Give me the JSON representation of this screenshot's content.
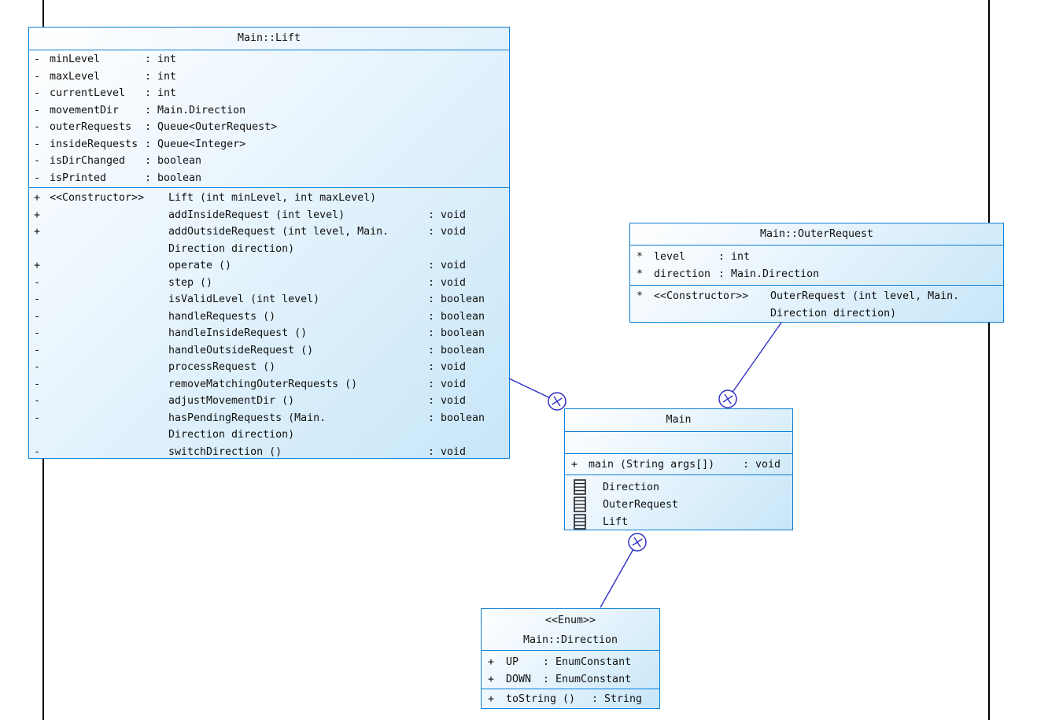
{
  "page": {
    "background_color": "#ffffff",
    "margin_line_color": "#000000"
  },
  "theme": {
    "box_border_color": "#0b7fd6",
    "box_gradient_start": "#ffffff",
    "box_gradient_end": "#c7e6f8",
    "connector_color": "#2f2fc7",
    "text_color": "#111111"
  },
  "lift": {
    "title": "Main::Lift",
    "attributes": [
      {
        "vis": "-",
        "name": "minLevel",
        "type": ": int"
      },
      {
        "vis": "-",
        "name": "maxLevel",
        "type": ": int"
      },
      {
        "vis": "-",
        "name": "currentLevel",
        "type": ": int"
      },
      {
        "vis": "-",
        "name": "movementDir",
        "type": ": Main.Direction"
      },
      {
        "vis": "-",
        "name": "outerRequests",
        "type": ": Queue<OuterRequest>"
      },
      {
        "vis": "-",
        "name": "insideRequests",
        "type": ": Queue<Integer>"
      },
      {
        "vis": "-",
        "name": "isDirChanged",
        "type": ": boolean"
      },
      {
        "vis": "-",
        "name": "isPrinted",
        "type": ": boolean"
      }
    ],
    "methods": [
      {
        "vis": "+",
        "stereotype": "<<Constructor>>",
        "name": "Lift (int minLevel, int maxLevel)",
        "ret": ""
      },
      {
        "vis": "+",
        "stereotype": "",
        "name": "addInsideRequest (int level)",
        "ret": ": void"
      },
      {
        "vis": "+",
        "stereotype": "",
        "name": "addOutsideRequest (int level, Main.\nDirection direction)",
        "ret": ": void"
      },
      {
        "vis": "+",
        "stereotype": "",
        "name": "operate ()",
        "ret": ": void"
      },
      {
        "vis": "-",
        "stereotype": "",
        "name": "step ()",
        "ret": ": void"
      },
      {
        "vis": "-",
        "stereotype": "",
        "name": "isValidLevel (int level)",
        "ret": ": boolean"
      },
      {
        "vis": "-",
        "stereotype": "",
        "name": "handleRequests ()",
        "ret": ": boolean"
      },
      {
        "vis": "-",
        "stereotype": "",
        "name": "handleInsideRequest ()",
        "ret": ": boolean"
      },
      {
        "vis": "-",
        "stereotype": "",
        "name": "handleOutsideRequest ()",
        "ret": ": boolean"
      },
      {
        "vis": "-",
        "stereotype": "",
        "name": "processRequest ()",
        "ret": ": void"
      },
      {
        "vis": "-",
        "stereotype": "",
        "name": "removeMatchingOuterRequests ()",
        "ret": ": void"
      },
      {
        "vis": "-",
        "stereotype": "",
        "name": "adjustMovementDir ()",
        "ret": ": void"
      },
      {
        "vis": "-",
        "stereotype": "",
        "name": "hasPendingRequests (Main.\nDirection direction)",
        "ret": ": boolean"
      },
      {
        "vis": "-",
        "stereotype": "",
        "name": "switchDirection ()",
        "ret": ": void"
      }
    ]
  },
  "outer_request": {
    "title": "Main::OuterRequest",
    "attributes": [
      {
        "vis": "*",
        "name": "level",
        "type": ": int"
      },
      {
        "vis": "*",
        "name": "direction",
        "type": ": Main.Direction"
      }
    ],
    "methods": [
      {
        "vis": "*",
        "stereotype": "<<Constructor>>",
        "name": "OuterRequest (int level, Main.\nDirection direction)",
        "ret": ""
      }
    ]
  },
  "main": {
    "title": "Main",
    "methods": [
      {
        "vis": "+",
        "name": "main (String args[])",
        "ret": ": void"
      }
    ],
    "nested_classes": [
      {
        "icon": "class-icon",
        "label": "Direction"
      },
      {
        "icon": "class-icon",
        "label": "OuterRequest"
      },
      {
        "icon": "class-icon",
        "label": "Lift"
      }
    ]
  },
  "direction": {
    "stereotype": "<<Enum>>",
    "title": "Main::Direction",
    "attributes": [
      {
        "vis": "+",
        "name": "UP",
        "type": ": EnumConstant"
      },
      {
        "vis": "+",
        "name": "DOWN",
        "type": ": EnumConstant"
      }
    ],
    "methods": [
      {
        "vis": "+",
        "name": "toString ()",
        "ret": ": String"
      }
    ]
  }
}
